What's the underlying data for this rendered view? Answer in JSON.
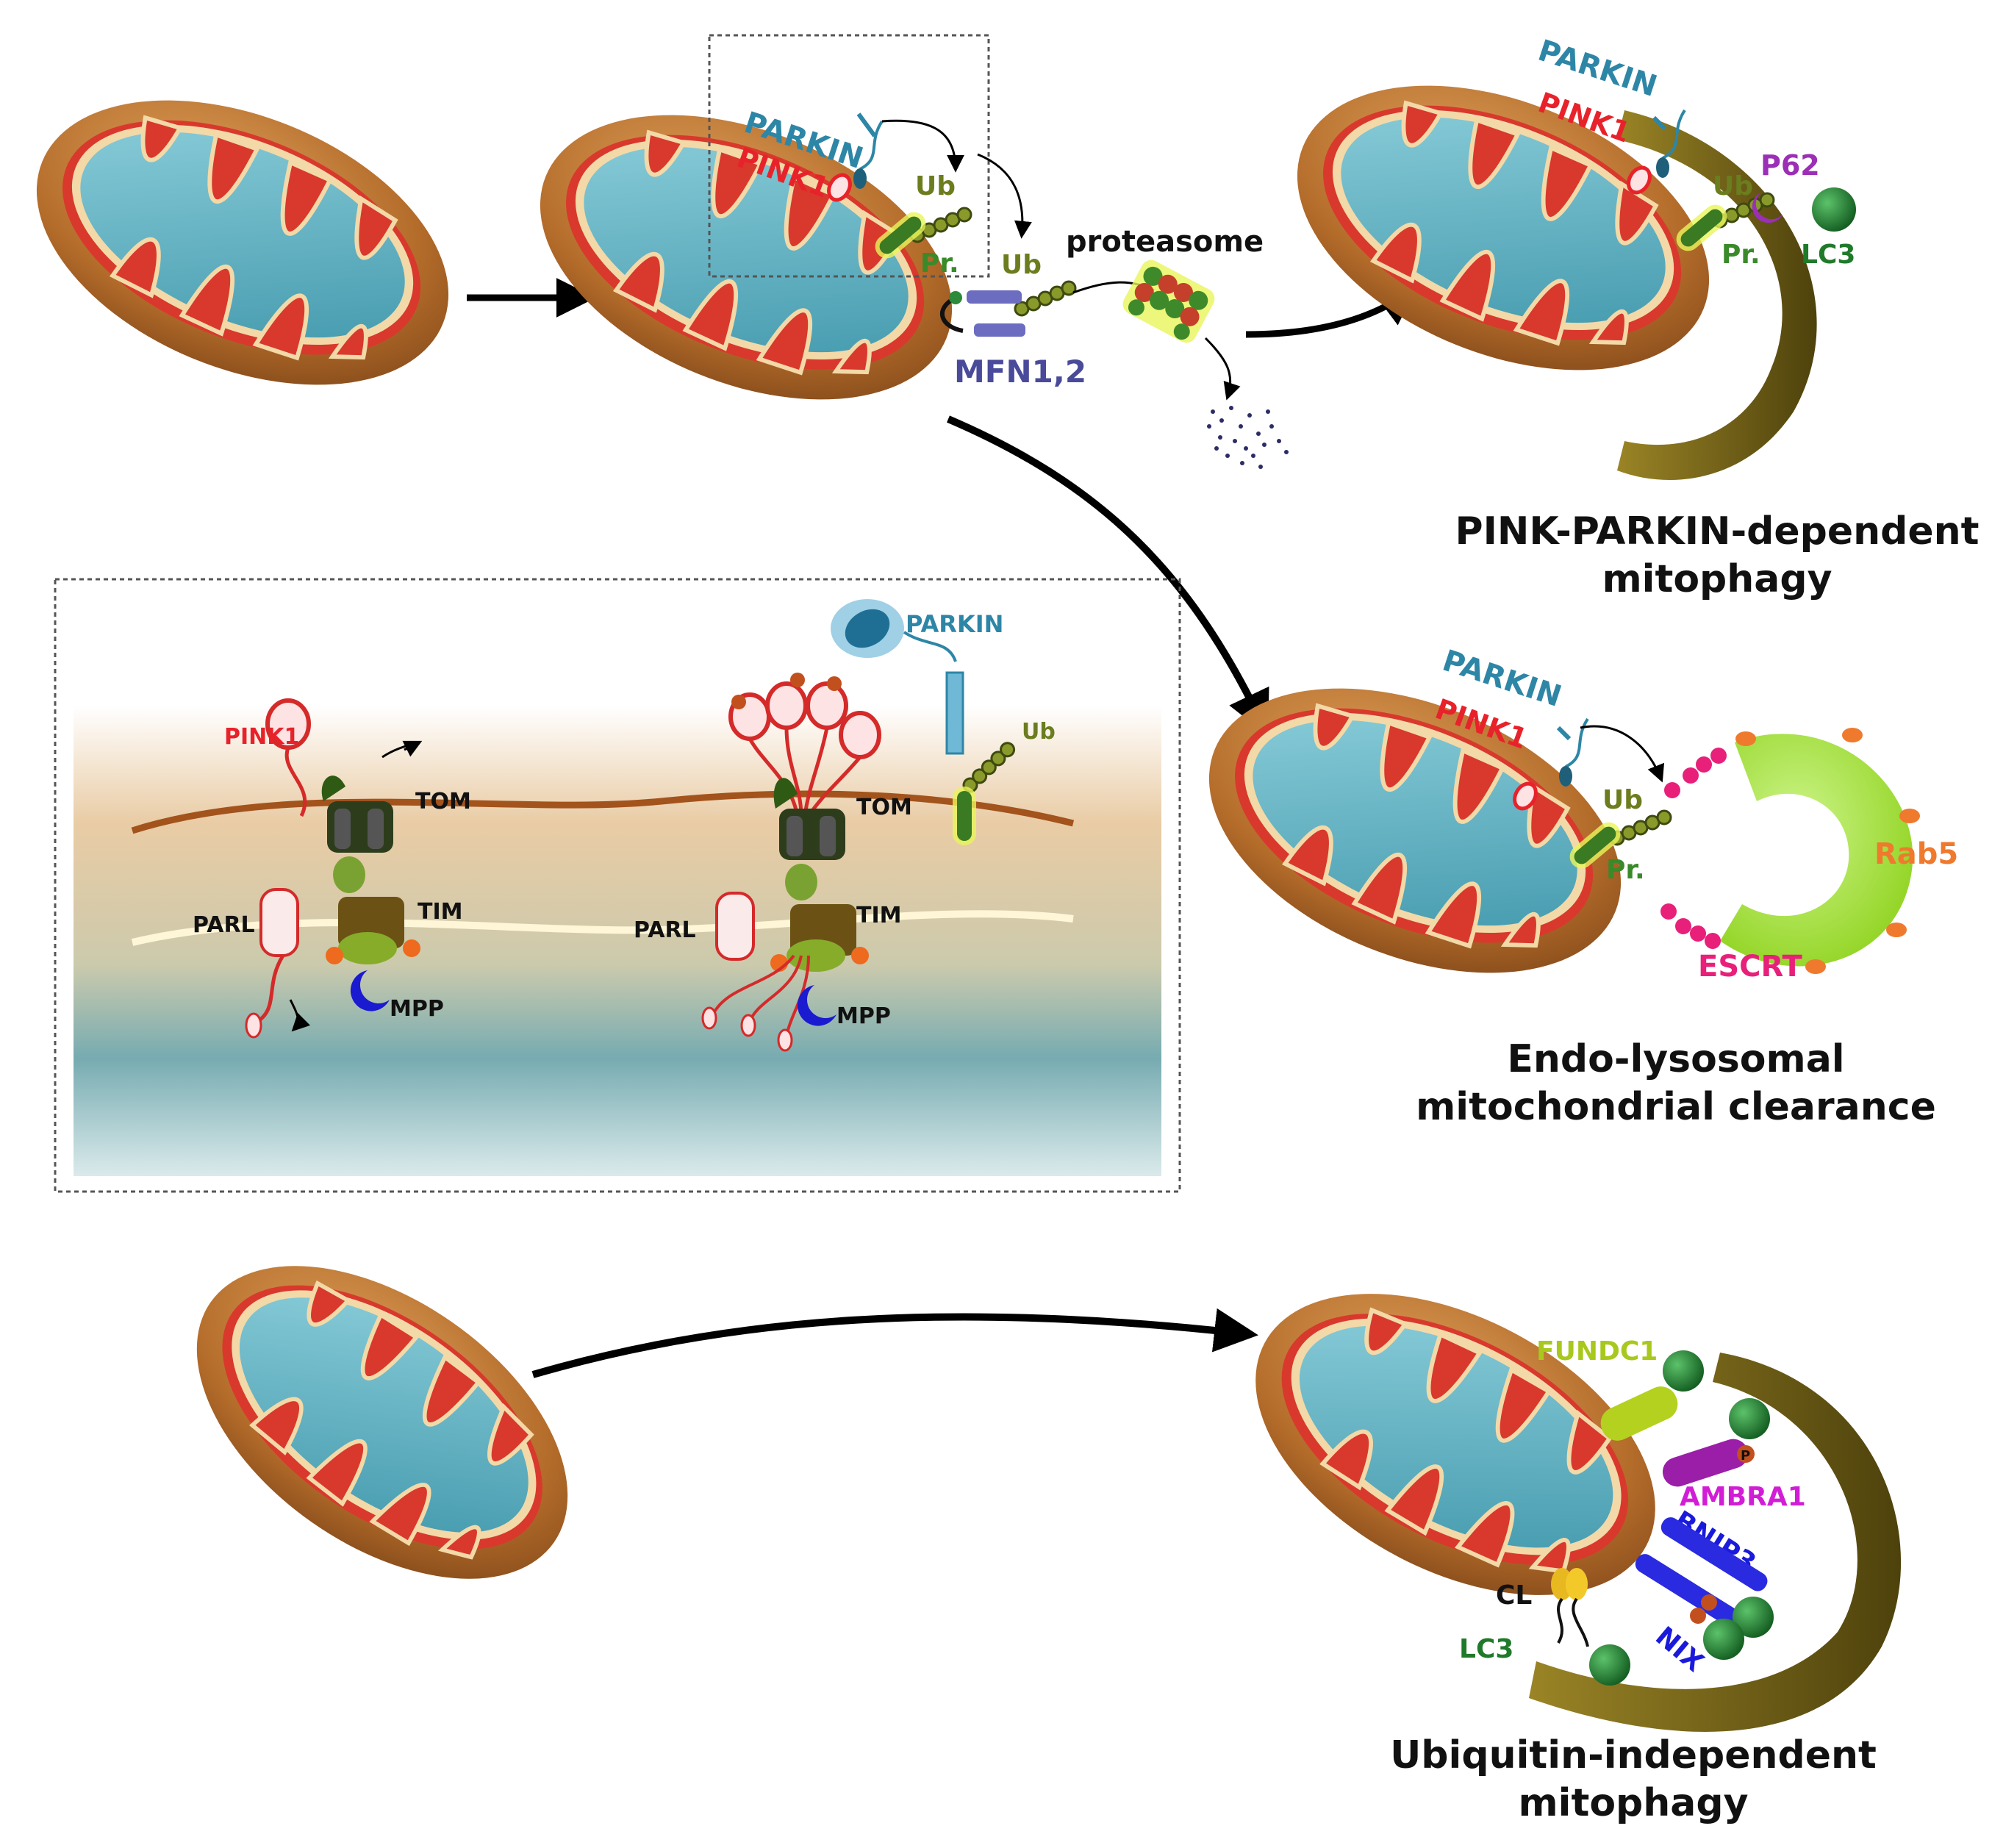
{
  "diagram": {
    "labels": {
      "parkin": "PARKIN",
      "pink1": "PINK1",
      "ub": "Ub",
      "pr": "Pr.",
      "proteasome": "proteasome",
      "mfn": "MFN1,2",
      "p62": "P62",
      "lc3": "LC3",
      "escrt": "ESCRT",
      "rab5": "Rab5",
      "fundc1": "FUNDC1",
      "ambra1": "AMBRA1",
      "bnip3": "BNIP3",
      "nix": "NIX",
      "cl": "CL",
      "tom": "TOM",
      "tim": "TIM",
      "parl": "PARL",
      "mpp": "MPP",
      "p": "P"
    },
    "captions": {
      "pink_parkin_line1": "PINK-PARKIN-dependent",
      "pink_parkin_line2": "mitophagy",
      "endo_line1": "Endo-lysosomal",
      "endo_line2": "mitochondrial clearance",
      "ubiq_line1": "Ubiquitin-independent",
      "ubiq_line2": "mitophagy"
    },
    "colors": {
      "mito_outer": "#b9732e",
      "mito_red": "#d4332a",
      "matrix_blue": "#5fb3c4",
      "parkin_blue": "#2e86a6",
      "pink1_red": "#e8222a",
      "ub_olive": "#6b7d1e",
      "pr_green": "#3a8a2a",
      "mfn_purple": "#4a4a9a",
      "p62_purple": "#9b2fb5",
      "lc3_green": "#1f7a2a",
      "escrt_pink": "#e8207a",
      "rab5_orange": "#ef7a2e",
      "fundc1_lime": "#a8c81e",
      "ambra1_magenta": "#d11ed6",
      "bnip3_blue": "#1a1adc",
      "phagophore": "#6b5a16"
    }
  }
}
